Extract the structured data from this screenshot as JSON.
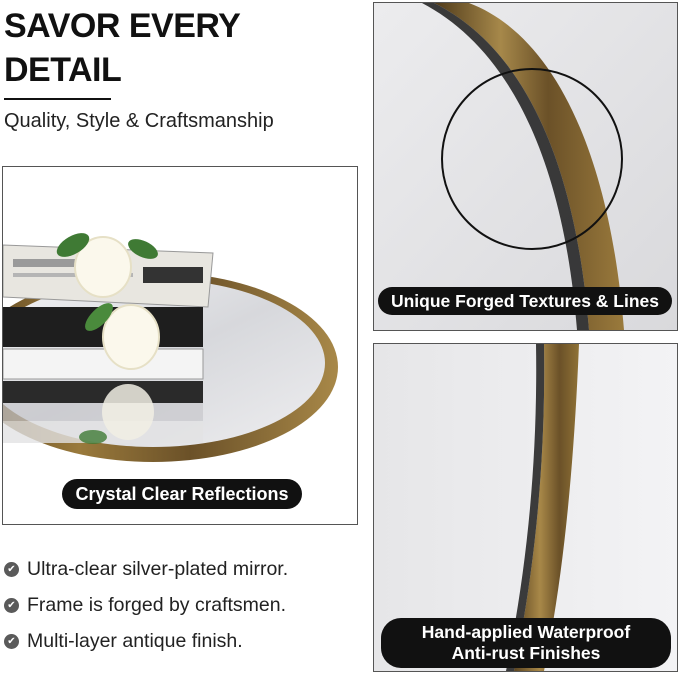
{
  "header": {
    "title_lines": [
      "SAVOR EVERY",
      "DETAIL"
    ],
    "subtitle": "Quality, Style & Craftsmanship"
  },
  "panels": {
    "main": {
      "caption": "Crystal Clear Reflections"
    },
    "texture": {
      "caption": "Unique Forged Textures & Lines"
    },
    "waterproof": {
      "caption_lines": [
        "Hand-applied Waterproof",
        "Anti-rust Finishes"
      ]
    }
  },
  "features": [
    {
      "icon": "check-circle-icon",
      "text": "Ultra-clear silver-plated mirror."
    },
    {
      "icon": "check-circle-icon",
      "text": "Frame is forged by craftsmen."
    },
    {
      "icon": "check-circle-icon",
      "text": "Multi-layer antique finish."
    }
  ],
  "colors": {
    "frame_gold": "#9a7a3c",
    "frame_dark": "#5b4420",
    "caption_bg": "#111111",
    "text": "#111111"
  }
}
